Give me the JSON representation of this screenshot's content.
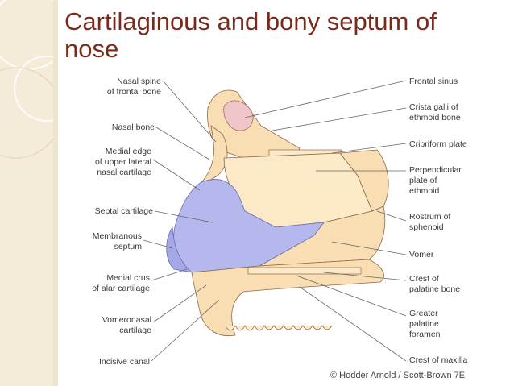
{
  "slide": {
    "title_line1": "Cartilaginous and bony septum of",
    "title_line2": "nose"
  },
  "labels_left": {
    "nasal_spine_1": "Nasal spine",
    "nasal_spine_2": "of frontal bone",
    "nasal_bone": "Nasal bone",
    "medial_edge_1": "Medial edge",
    "medial_edge_2": "of upper lateral",
    "medial_edge_3": "nasal cartilage",
    "septal_cartilage": "Septal cartilage",
    "membranous_1": "Membranous",
    "membranous_2": "septum",
    "medial_crus_1": "Medial crus",
    "medial_crus_2": "of alar cartilage",
    "vomeronasal_1": "Vomeronasal",
    "vomeronasal_2": "cartilage",
    "incisive_canal": "Incisive canal"
  },
  "labels_right": {
    "frontal_sinus": "Frontal sinus",
    "crista_1": "Crista galli of",
    "crista_2": "ethmoid bone",
    "cribriform": "Cribriform plate",
    "perp_1": "Perpendicular",
    "perp_2": "plate of",
    "perp_3": "ethmoid",
    "rostrum_1": "Rostrum of",
    "rostrum_2": "sphenoid",
    "vomer": "Vomer",
    "crest_pal_1": "Crest of",
    "crest_pal_2": "palatine bone",
    "greater_1": "Greater",
    "greater_2": "palatine",
    "greater_3": "foramen",
    "crest_max": "Crest of maxilla"
  },
  "credit": "© Hodder Arnold / Scott-Brown 7E",
  "colors": {
    "title": "#7a2a1c",
    "band": "#f4ecd8",
    "bone": "#f8deb2",
    "bone_light": "#fbe9c8",
    "cartilage": "#b5b8ec",
    "sinus": "#f0c6c8"
  }
}
